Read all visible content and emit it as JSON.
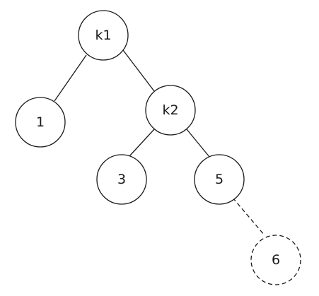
{
  "tree": {
    "nodes": [
      {
        "id": "k1",
        "label": "k1",
        "style": "solid"
      },
      {
        "id": "n1",
        "label": "1",
        "style": "solid"
      },
      {
        "id": "k2",
        "label": "k2",
        "style": "solid"
      },
      {
        "id": "n3",
        "label": "3",
        "style": "solid"
      },
      {
        "id": "n5",
        "label": "5",
        "style": "solid"
      },
      {
        "id": "n6",
        "label": "6",
        "style": "dashed"
      }
    ],
    "edges": [
      {
        "from": "k1",
        "to": "n1",
        "style": "solid"
      },
      {
        "from": "k1",
        "to": "k2",
        "style": "solid"
      },
      {
        "from": "k2",
        "to": "n3",
        "style": "solid"
      },
      {
        "from": "k2",
        "to": "n5",
        "style": "solid"
      },
      {
        "from": "n5",
        "to": "n6",
        "style": "dashed"
      }
    ],
    "colors": {
      "stroke": "#1a1a1a",
      "fill": "#ffffff"
    }
  }
}
